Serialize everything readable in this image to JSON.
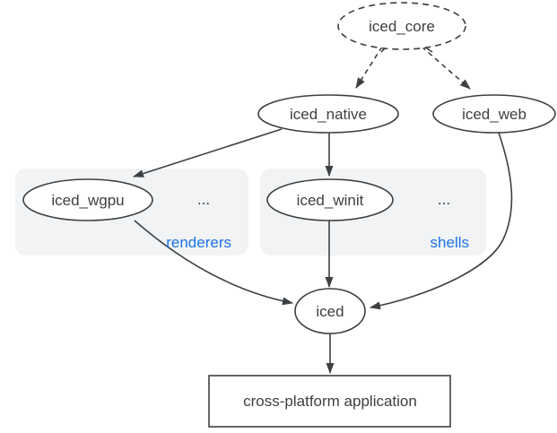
{
  "diagram": {
    "nodes": [
      {
        "id": "iced_core",
        "label": "iced_core",
        "shape": "ellipse",
        "border": "dashed"
      },
      {
        "id": "iced_native",
        "label": "iced_native",
        "shape": "ellipse",
        "border": "solid"
      },
      {
        "id": "iced_web",
        "label": "iced_web",
        "shape": "ellipse",
        "border": "solid"
      },
      {
        "id": "iced_wgpu",
        "label": "iced_wgpu",
        "shape": "ellipse",
        "border": "solid",
        "group": "renderers"
      },
      {
        "id": "iced_winit",
        "label": "iced_winit",
        "shape": "ellipse",
        "border": "solid",
        "group": "shells"
      },
      {
        "id": "iced",
        "label": "iced",
        "shape": "ellipse",
        "border": "solid"
      },
      {
        "id": "cross_platform_application",
        "label": "cross-platform application",
        "shape": "rect",
        "border": "solid"
      }
    ],
    "groups": [
      {
        "id": "renderers",
        "label": "renderers",
        "ellipsis": "..."
      },
      {
        "id": "shells",
        "label": "shells",
        "ellipsis": "..."
      }
    ],
    "edges": [
      {
        "from": "iced_core",
        "to": "iced_native",
        "style": "dashed",
        "arrowheads": "filled-at-target, open-vee-at-source"
      },
      {
        "from": "iced_core",
        "to": "iced_web",
        "style": "dashed",
        "arrowheads": "filled-at-target, open-vee-at-source"
      },
      {
        "from": "iced_native",
        "to": "iced_wgpu",
        "style": "solid"
      },
      {
        "from": "iced_native",
        "to": "iced_winit",
        "style": "solid"
      },
      {
        "from": "iced_wgpu",
        "to": "iced",
        "style": "solid"
      },
      {
        "from": "iced_winit",
        "to": "iced",
        "style": "solid"
      },
      {
        "from": "iced_web",
        "to": "iced",
        "style": "solid"
      },
      {
        "from": "iced",
        "to": "cross_platform_application",
        "style": "solid"
      }
    ],
    "colors": {
      "stroke": "#3c4043",
      "ink": "#3c4043",
      "accent": "#1a73e8",
      "group-fill": "#f1f3f4",
      "bg": "#ffffff"
    }
  }
}
